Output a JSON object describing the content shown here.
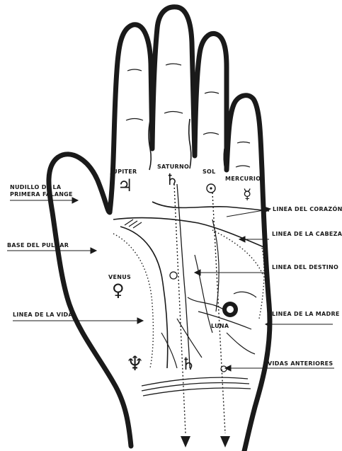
{
  "labels": {
    "left": {
      "nudillo_line1": "NUDILLO DE LA",
      "nudillo_line2": "PRIMERA FALANGE",
      "base_pulgar": "BASE DEL PULGAR",
      "linea_vida": "LINEA DE LA VIDA"
    },
    "right": {
      "corazon": "LINEA DEL CORAZÓN",
      "cabeza": "LINEA DE LA CABEZA",
      "destino": "LINEA DEL DESTINO",
      "madre": "LINEA DE LA MADRE",
      "vidas_anteriores": "VIDAS ANTERIORES"
    },
    "mounts": {
      "jupiter": "JUPITER",
      "saturno": "SATURNO",
      "sol": "SOL",
      "mercurio": "MERCURIO",
      "venus": "VENUS",
      "luna": "LUNA"
    }
  },
  "symbols": {
    "jupiter": "♃",
    "saturno": "♄",
    "venus": "♀",
    "mercurio": "☿",
    "neptuno": "♆"
  },
  "colors": {
    "ink": "#1a1a1a",
    "background": "#ffffff"
  }
}
